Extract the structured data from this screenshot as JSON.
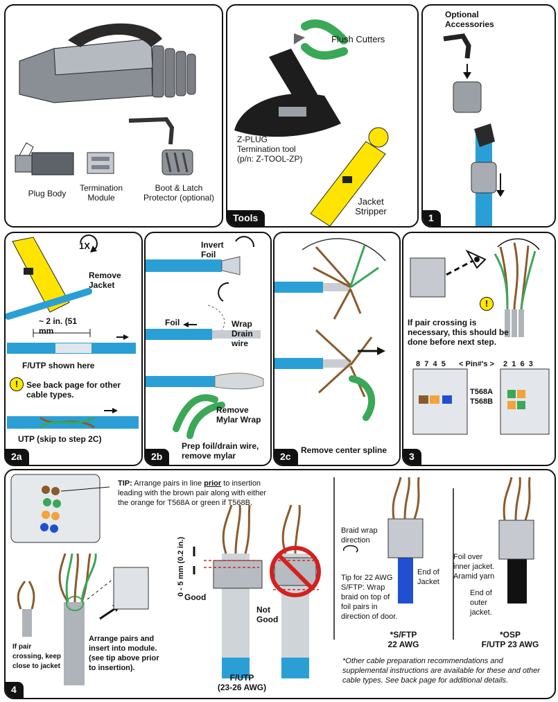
{
  "components": {
    "plug_body": "Plug Body",
    "termination_module": "Termination\nModule",
    "boot_latch": "Boot & Latch\nProtector (optional)"
  },
  "tools": {
    "flush_cutters": "Flush Cutters",
    "zplug_tool": "Z-PLUG\nTermination tool\n(p/n: Z-TOOL-ZP)",
    "jacket_stripper": "Jacket\nStripper",
    "badge": "Tools"
  },
  "step1": {
    "title": "Optional\nAccessories",
    "badge": "1"
  },
  "step2a": {
    "rotate": "1X",
    "remove_jacket": "Remove\nJacket",
    "length": "~ 2 in. (51\nmm",
    "ftp": "F/UTP shown here",
    "see_back": "See back page for other\ncable types.",
    "utp": "UTP (skip to step 2C)",
    "badge": "2a"
  },
  "step2b": {
    "invert_foil": "Invert\nFoil",
    "foil": "Foil",
    "wrap_drain": "Wrap\nDrain\nwire",
    "remove_mylar": "Remove\nMylar Wrap",
    "prep": "Prep foil/drain wire,\nremove mylar",
    "badge": "2b"
  },
  "step2c": {
    "caption": "Remove center spline",
    "badge": "2c"
  },
  "step3": {
    "crossing": "If pair crossing is\nnecessary, this should be\ndone before next step.",
    "pins_left": "8  7  4  5",
    "pins_word": "< Pin#'s >",
    "pins_right": "2  1  6  3",
    "t568a": "T568A",
    "t568b": "T568B",
    "badge": "3"
  },
  "step4": {
    "tip_label": "TIP:",
    "tip_text1": " Arrange pairs in line ",
    "tip_prior": "prior",
    "tip_text2": " to insertion leading with the brown pair along with either the orange for T568A or green if T568B.",
    "crossing_note": "If pair\ncrossing, keep\nclose to jacket",
    "arrange": "Arrange pairs and\ninsert into module.\n(see tip above prior\nto insertion).",
    "depth": "0 - 5 mm (0.2 in.)",
    "good": "Good",
    "not_good": "Not\nGood",
    "futp": "F/UTP\n(23-26 AWG)",
    "braid_dir": "Braid wrap\ndirection",
    "tip22": "Tip for 22 AWG\nS/FTP:  Wrap\nbraid on top of\nfoil pairs in\ndirection of door.",
    "end_jacket": "End of\nJacket",
    "sftp": "*S/FTP\n22 AWG",
    "foil_inner": "Foil over\ninner jacket.",
    "aramid": "Aramid yarn",
    "end_outer": "End of\nouter\njacket.",
    "osp": "*OSP\nF/UTP 23 AWG",
    "other_note": "*Other cable preparation recommendations and supplemental instructions are available for these and other cable types.  See back page for additional details.",
    "badge": "4"
  },
  "colors": {
    "cable_blue": "#2a9fd6",
    "tool_yellow": "#ffe400",
    "cutter_green": "#3aa857",
    "danger_red": "#d42020"
  }
}
